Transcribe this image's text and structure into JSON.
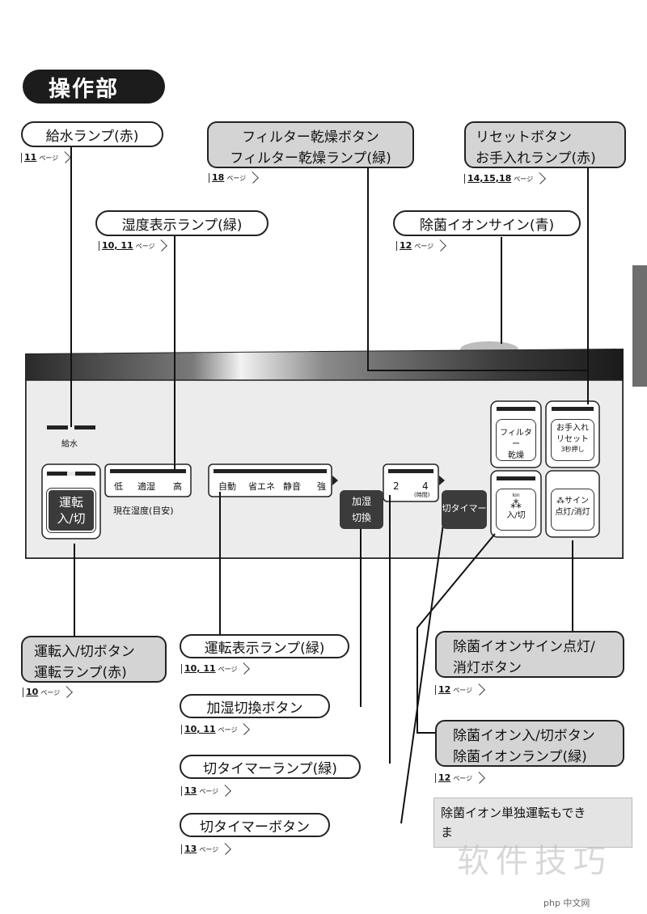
{
  "section_title": "操作部",
  "callouts": {
    "water_lamp": {
      "label": "給水ランプ(赤)",
      "ref_num": "11",
      "ref_unit": "ページ"
    },
    "filter_dry": {
      "line1": "フィルター乾燥ボタン",
      "line2": "フィルター乾燥ランプ(緑)",
      "ref_num": "18",
      "ref_unit": "ページ"
    },
    "reset": {
      "line1": "リセットボタン",
      "line2": "お手入れランプ(赤)",
      "ref_num": "14,15,18",
      "ref_unit": "ページ"
    },
    "humidity_lamp": {
      "label": "湿度表示ランプ(緑)",
      "ref_num": "10, 11",
      "ref_unit": "ページ"
    },
    "ion_sign": {
      "label": "除菌イオンサイン(青)",
      "ref_num": "12",
      "ref_unit": "ページ"
    },
    "power": {
      "line1": "運転入/切ボタン",
      "line2": "運転ランプ(赤)",
      "ref_num": "10",
      "ref_unit": "ページ"
    },
    "run_lamp": {
      "label": "運転表示ランプ(緑)",
      "ref_num": "10, 11",
      "ref_unit": "ページ"
    },
    "humid_switch": {
      "label": "加湿切換ボタン",
      "ref_num": "10, 11",
      "ref_unit": "ページ"
    },
    "timer_lamp": {
      "label": "切タイマーランプ(緑)",
      "ref_num": "13",
      "ref_unit": "ページ"
    },
    "timer_button": {
      "label": "切タイマーボタン",
      "ref_num": "13",
      "ref_unit": "ページ"
    },
    "ion_sign_button": {
      "line1": "除菌イオンサイン点灯/",
      "line2": "消灯ボタン",
      "ref_num": "12",
      "ref_unit": "ページ"
    },
    "ion_button": {
      "line1": "除菌イオン入/切ボタン",
      "line2": "除菌イオンランプ(緑)",
      "ref_num": "12",
      "ref_unit": "ページ"
    }
  },
  "panel": {
    "water_label": "給水",
    "power_btn": {
      "line1": "運転",
      "line2": "入/切"
    },
    "humidity_levels": [
      "低",
      "適湿",
      "高"
    ],
    "humidity_caption": "現在湿度(目安)",
    "modes": [
      "自動",
      "省エネ",
      "静音",
      "強"
    ],
    "humid_switch_btn": {
      "line1": "加湿",
      "line2": "切換"
    },
    "timer_hours": [
      "2",
      "4"
    ],
    "timer_unit": "(時間)",
    "timer_btn": "切タイマー",
    "filter_btn": {
      "line1": "フィルター",
      "line2": "乾燥"
    },
    "reset_btn": {
      "line1": "お手入れ",
      "line2": "リセット",
      "line3": "3秒押し"
    },
    "ion_btn": {
      "line1": "入/切",
      "brand": "Ion"
    },
    "sign_btn": {
      "line1": "サイン",
      "line2": "点灯/消灯"
    }
  },
  "note": {
    "line1": "除菌イオン単独運転もでき",
    "line2": "ま"
  },
  "watermark": "软件技巧",
  "watermark_site": "php 中文网"
}
